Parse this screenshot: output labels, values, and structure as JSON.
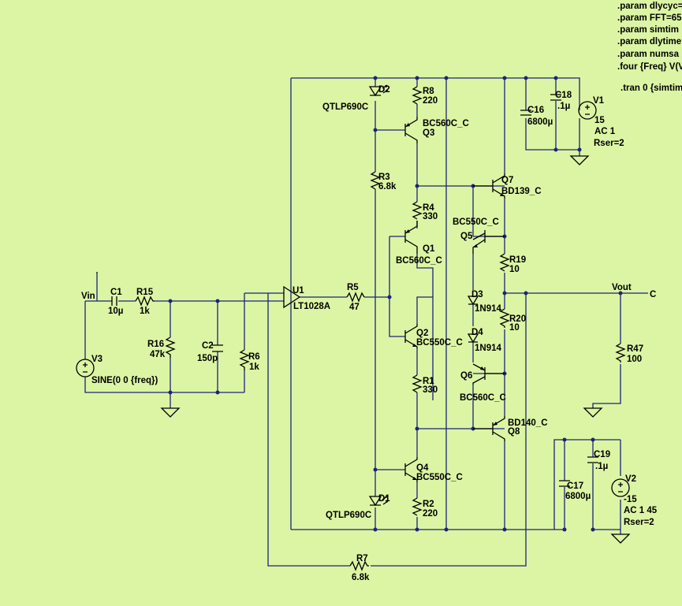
{
  "colors": {
    "background": "#dcf5a4",
    "wire": "#1c2478",
    "symbol": "#000000",
    "text": "#000000"
  },
  "directives": [
    ".param dlycyc=",
    ".param FFT=65",
    ".param simtim",
    ".param dlytime",
    ".param numsa",
    ".four {Freq} V(V",
    ".tran 0 {simtim"
  ],
  "nets": {
    "vin": "Vin",
    "vout": "Vout",
    "vout_flag": "C"
  },
  "parts": {
    "V3": {
      "name": "V3",
      "value": "SINE(0 0 {freq})"
    },
    "C1": {
      "name": "C1",
      "value": "10µ"
    },
    "R15": {
      "name": "R15",
      "value": "1k"
    },
    "R16": {
      "name": "R16",
      "value": "47k"
    },
    "C2": {
      "name": "C2",
      "value": "150p"
    },
    "R6": {
      "name": "R6",
      "value": "1k"
    },
    "U1": {
      "name": "U1",
      "value": "LT1028A"
    },
    "R5": {
      "name": "R5",
      "value": "47"
    },
    "D2": {
      "name": "D2",
      "value": "QTLP690C"
    },
    "D1": {
      "name": "D1",
      "value": "QTLP690C"
    },
    "R3": {
      "name": "R3",
      "value": "6.8k"
    },
    "R8": {
      "name": "R8",
      "value": "220"
    },
    "Q3": {
      "name": "Q3",
      "value": "BC560C_C"
    },
    "R4": {
      "name": "R4",
      "value": "330"
    },
    "Q1": {
      "name": "Q1",
      "value": "BC560C_C"
    },
    "Q2": {
      "name": "Q2",
      "value": "BC550C_C"
    },
    "R1": {
      "name": "R1",
      "value": "330"
    },
    "Q4": {
      "name": "Q4",
      "value": "BC550C_C"
    },
    "R2": {
      "name": "R2",
      "value": "220"
    },
    "Q7": {
      "name": "Q7",
      "value": "BD139_C"
    },
    "Q5": {
      "name": "Q5",
      "value": "BC550C_C"
    },
    "R19": {
      "name": "R19",
      "value": "10"
    },
    "D3": {
      "name": "D3",
      "value": "1N914"
    },
    "D4": {
      "name": "D4",
      "value": "1N914"
    },
    "R20": {
      "name": "R20",
      "value": "10"
    },
    "Q6": {
      "name": "Q6",
      "value": "BC560C_C"
    },
    "Q8": {
      "name": "Q8",
      "value": "BD140_C"
    },
    "C16": {
      "name": "C16",
      "value": "6800µ"
    },
    "C18": {
      "name": "C18",
      "value": ".1µ"
    },
    "V1": {
      "name": "V1",
      "value": "15",
      "ac": "AC 1",
      "rser": "Rser=2"
    },
    "R47": {
      "name": "R47",
      "value": "100"
    },
    "C17": {
      "name": "C17",
      "value": "6800µ"
    },
    "C19": {
      "name": "C19",
      "value": ".1µ"
    },
    "V2": {
      "name": "V2",
      "value": "-15",
      "ac": "AC 1 45",
      "rser": "Rser=2"
    },
    "R7": {
      "name": "R7",
      "value": "6.8k"
    }
  }
}
